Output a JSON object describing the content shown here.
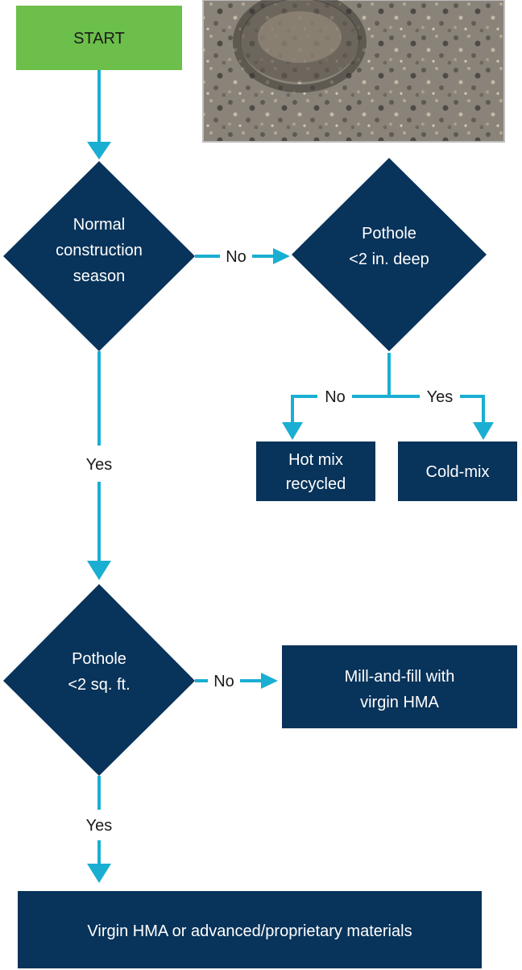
{
  "colors": {
    "start_fill": "#6cbf4a",
    "node_fill": "#08335a",
    "arrow": "#1aaed2",
    "photo_border": "#bdbdbd"
  },
  "nodes": {
    "start": "START",
    "normal_season": [
      "Normal",
      "construction",
      "season"
    ],
    "pothole_depth": [
      "Pothole",
      "<2 in. deep"
    ],
    "hot_mix": [
      "Hot mix",
      "recycled"
    ],
    "cold_mix": "Cold-mix",
    "pothole_area": [
      "Pothole",
      "<2 sq. ft."
    ],
    "mill_fill": [
      "Mill-and-fill with",
      "virgin  HMA"
    ],
    "virgin_hma": "Virgin HMA or advanced/proprietary materials"
  },
  "edges": {
    "season_no": "No",
    "season_yes": "Yes",
    "depth_no": "No",
    "depth_yes": "Yes",
    "area_no": "No",
    "area_yes": "Yes"
  },
  "photo": {
    "subject": "pothole-photo"
  }
}
